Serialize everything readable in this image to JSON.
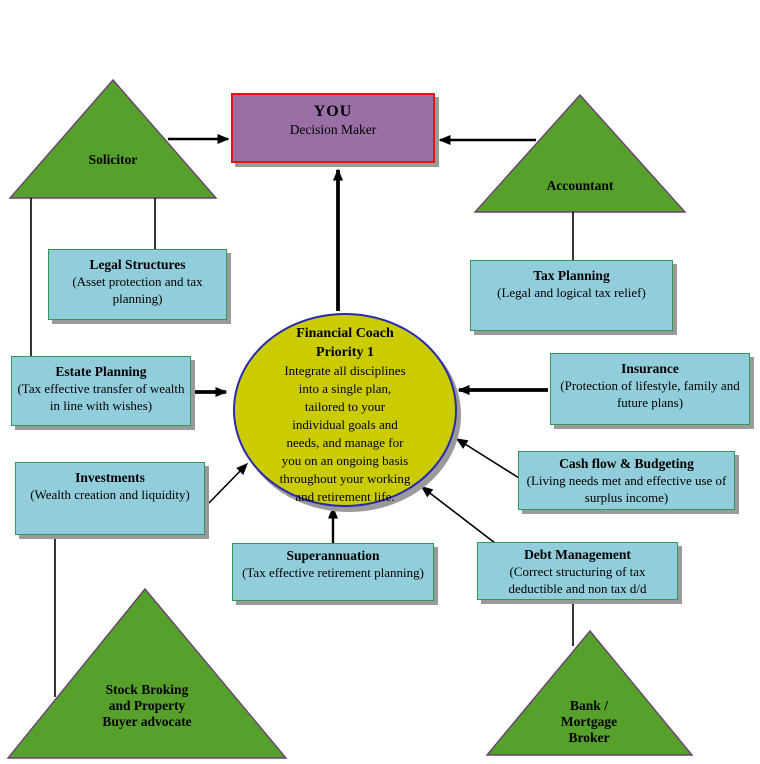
{
  "colors": {
    "triangle_fill": "#56a12c",
    "triangle_border": "#6a4070",
    "box_fill": "#92cddc",
    "box_border": "#2e9958",
    "you_fill": "#9a6fa5",
    "you_border": "#ee1111",
    "circle_fill": "#cbcc00",
    "circle_border": "#2a2ab0",
    "shadow": "#9a9a9a"
  },
  "you_box": {
    "title": "YOU",
    "subtitle": "Decision Maker"
  },
  "center_circle": {
    "title": "Financial Coach\nPriority 1",
    "body": "Integrate all disciplines\ninto a single plan,\ntailored to your\nindividual goals and\nneeds, and manage for\nyou on an ongoing basis\nthroughout your working\nand retirement life."
  },
  "advisors": {
    "solicitor": {
      "label": "Solicitor"
    },
    "accountant": {
      "label": "Accountant"
    },
    "stock_broker": {
      "label": "Stock Broking\nand Property\nBuyer advocate"
    },
    "bank": {
      "label": "Bank /\nMortgage\nBroker"
    }
  },
  "disciplines": {
    "legal": {
      "title": "Legal Structures",
      "subtitle": "(Asset protection and tax planning)"
    },
    "estate": {
      "title": "Estate Planning",
      "subtitle": "(Tax effective transfer of wealth in line with wishes)"
    },
    "investments": {
      "title": "Investments",
      "subtitle": "(Wealth creation and liquidity)"
    },
    "tax": {
      "title": "Tax Planning",
      "subtitle": "(Legal and logical tax relief)"
    },
    "insurance": {
      "title": "Insurance",
      "subtitle": "(Protection of lifestyle, family and future plans)"
    },
    "cashflow": {
      "title": "Cash flow & Budgeting",
      "subtitle": "(Living needs met and effective use of surplus income)"
    },
    "superannuation": {
      "title": "Superannuation",
      "subtitle": "(Tax effective retirement planning)"
    },
    "debt": {
      "title": "Debt Management",
      "subtitle": "(Correct structuring of tax deductible and non tax d/d"
    }
  }
}
